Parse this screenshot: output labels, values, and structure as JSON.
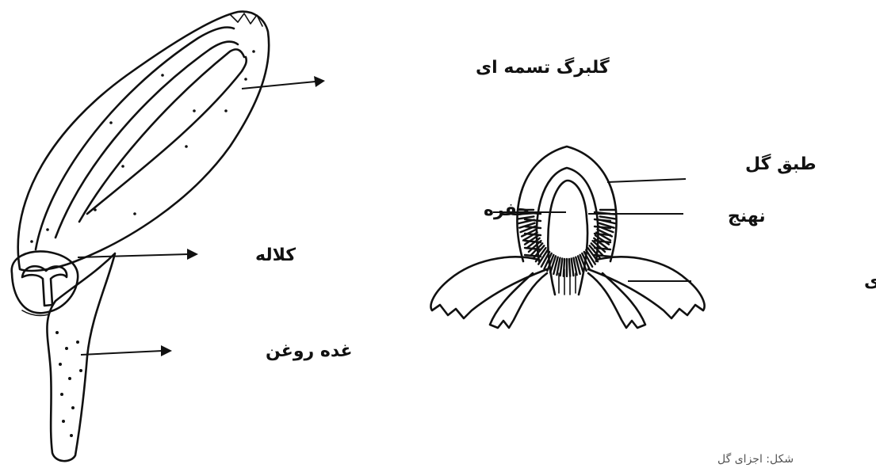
{
  "left_figure": {
    "labels": {
      "strap_petal": "گلبرگ تسمه ای",
      "stigma": "کلاله",
      "oil_gland": "غده روغن"
    }
  },
  "right_figure": {
    "labels": {
      "flower_disc": "طبق گل",
      "cavity": "حفره",
      "receptacle": "نهنج",
      "strap_petals": "گلبرگهای تسمه ای"
    }
  },
  "caption": "شکل: اجزای گل"
}
